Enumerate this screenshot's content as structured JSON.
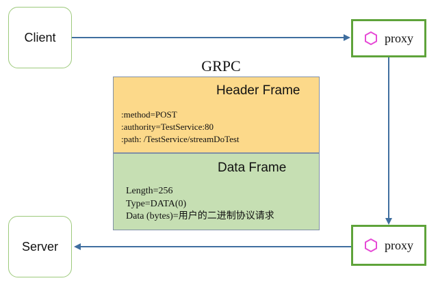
{
  "title": "GRPC",
  "nodes": {
    "client": "Client",
    "server": "Server",
    "proxy_top": "proxy",
    "proxy_bottom": "proxy"
  },
  "header_frame": {
    "title": "Header Frame",
    "lines": [
      ":method=POST",
      ":authority=TestService:80",
      ":path: /TestService/streamDoTest"
    ]
  },
  "data_frame": {
    "title": "Data Frame",
    "lines": [
      "Length=256",
      "Type=DATA(0)",
      "Data (bytes)=用户的二进制协议请求"
    ]
  },
  "colors": {
    "arrow": "#3f6e9f",
    "client_border": "#9cc97a",
    "proxy_border": "#5ea33a",
    "hex_icon": "#e64ad6",
    "header_fill": "#fcd98a",
    "data_fill": "#c6dfb3"
  }
}
